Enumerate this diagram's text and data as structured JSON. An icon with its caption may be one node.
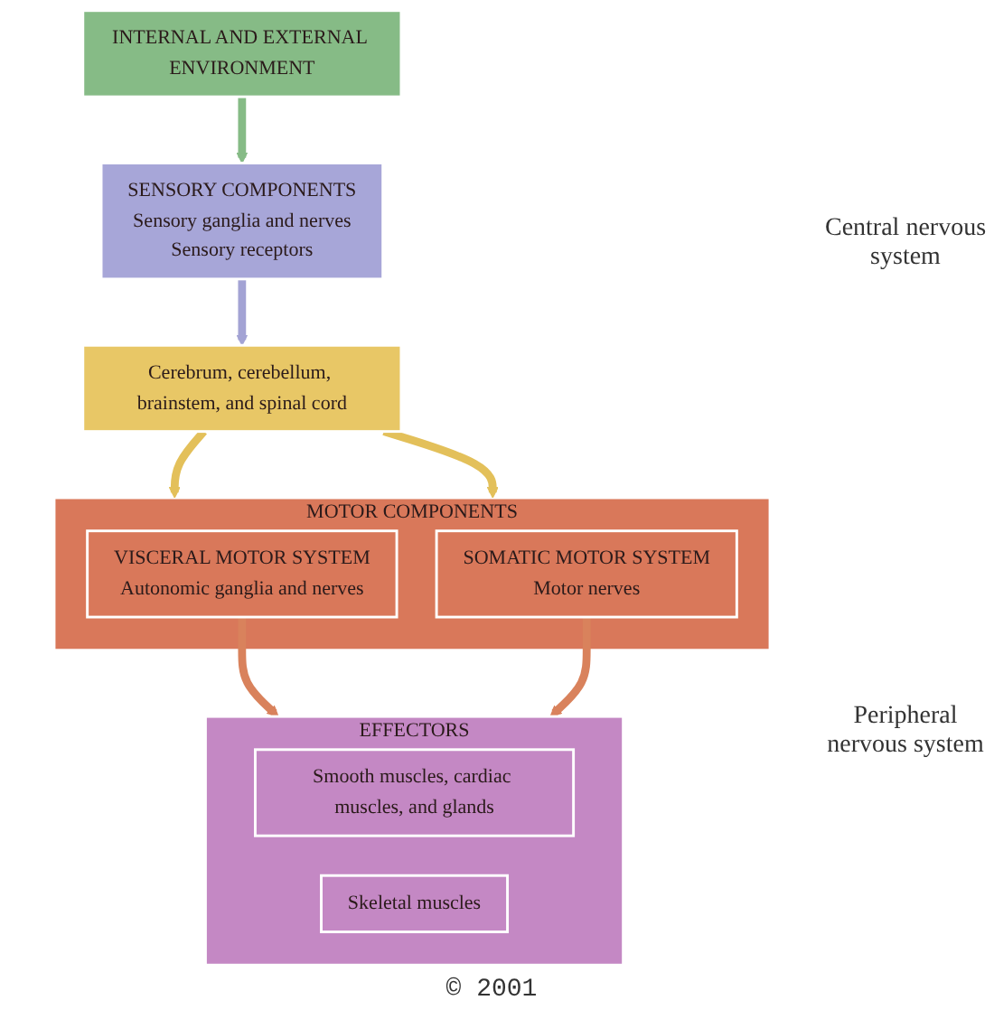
{
  "diagram": {
    "nodes": [
      {
        "text": [
          "Cerebrum, cerebellum, brainstem, and spinal cord"
        ]
      },
      {
        "text": [
          "SENSORY COMPONENTS",
          "Sensory ganglia and nerves",
          "Sensory receptors"
        ]
      },
      {
        "text": [
          "MOTOR COMPONENTS"
        ]
      },
      {
        "text": [
          "VISCERAL MOTOR SYSTEM",
          "Autonomic ganglia and nerves"
        ],
        "in": 2
      },
      {
        "text": [
          "SOMATIC MOTOR SYSTEM",
          "Motor nerves"
        ],
        "in": 2
      },
      {
        "text": [
          "INTERNAL AND EXTERNAL ENVIRONMENT"
        ]
      },
      {
        "text": [
          "EFFECTORS"
        ]
      },
      {
        "text": [
          "Smooth muscles, cardiac muscles, and glands"
        ],
        "in": 6
      },
      {
        "text": [
          "Skeletal muscles"
        ],
        "in": 6
      }
    ],
    "edges": [
      {
        "from": 1,
        "to": 0,
        "arrow": "to",
        "color": "#a3a3d4"
      },
      {
        "from": 0,
        "to": 2,
        "arrow": "to",
        "color": "#e3c05a"
      },
      {
        "from": 0,
        "to": 2,
        "arrow": "to",
        "color": "#e3c05a"
      },
      {
        "from": 3,
        "to": 6,
        "arrow": "to",
        "color": "#d9825c"
      },
      {
        "from": 4,
        "to": 6,
        "arrow": "to",
        "color": "#d9825c"
      },
      {
        "from": 5,
        "to": 1,
        "arrow": "to",
        "color": "#86bb86"
      }
    ],
    "labels": [
      "Central nervous system",
      "Peripheral nervous system",
      "© 2001"
    ]
  }
}
